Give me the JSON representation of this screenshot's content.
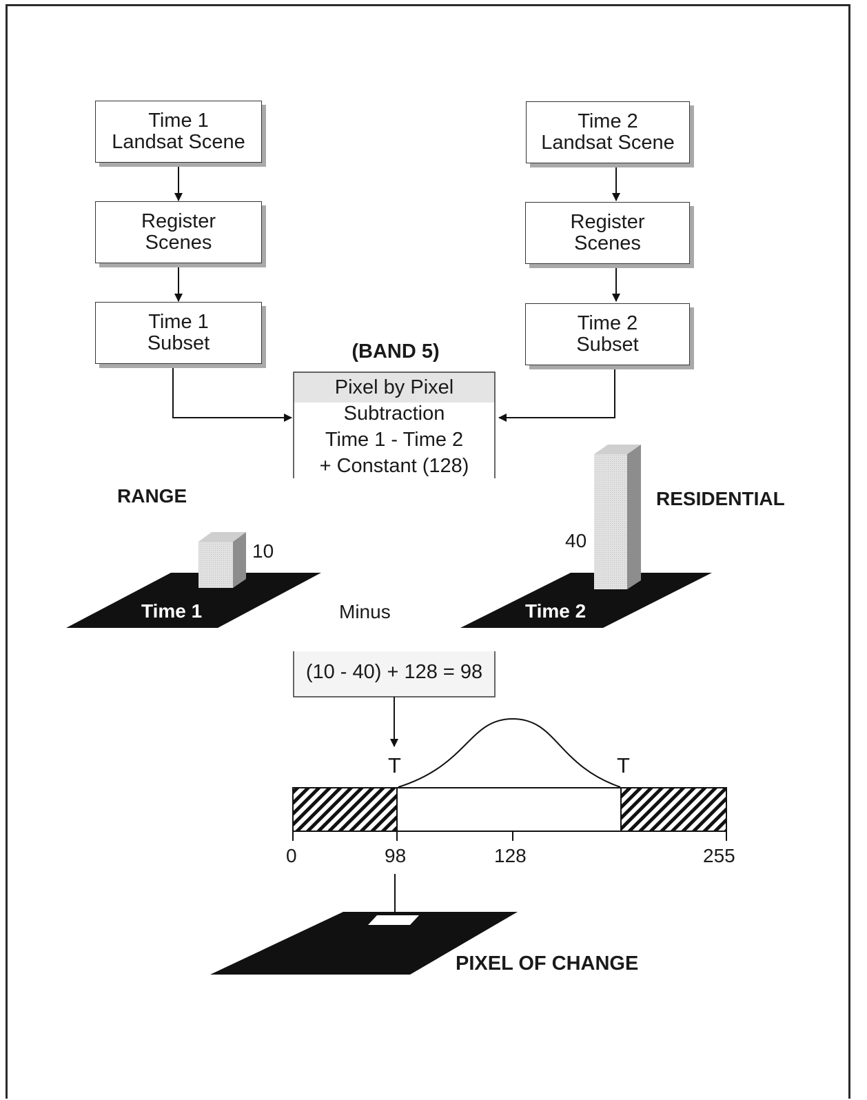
{
  "left_column": {
    "scene": [
      "Time 1",
      "Landsat Scene"
    ],
    "register": [
      "Register",
      "Scenes"
    ],
    "subset": [
      "Time 1",
      "Subset"
    ]
  },
  "right_column": {
    "scene": [
      "Time 2",
      "Landsat Scene"
    ],
    "register": [
      "Register",
      "Scenes"
    ],
    "subset": [
      "Time 2",
      "Subset"
    ]
  },
  "band_label": "(BAND 5)",
  "subtraction_box": [
    "Pixel by Pixel",
    "Subtraction",
    "Time 1 - Time 2",
    "+ Constant (128)"
  ],
  "range": {
    "title": "RANGE",
    "value": "10",
    "plane": "Time 1"
  },
  "residential": {
    "title": "RESIDENTIAL",
    "value": "40",
    "plane": "Time 2"
  },
  "minus_label": "Minus",
  "equation": "(10 - 40) + 128 = 98",
  "histogram": {
    "threshold_labels": [
      "T",
      "T"
    ],
    "axis_ticks": [
      "0",
      "98",
      "128",
      "255"
    ]
  },
  "result_label": "PIXEL OF CHANGE",
  "colors": {
    "shadow": "#a9a9a9",
    "panel_gray": "#e4e4e4",
    "ink": "#111111"
  }
}
